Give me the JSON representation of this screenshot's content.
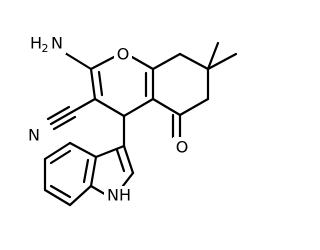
{
  "molecule": {
    "atoms": {
      "amine": {
        "element": "H",
        "subscript": "2",
        "suffix": "N"
      },
      "ring_oxygen": "O",
      "nitrile_nitrogen": "N",
      "ketone_oxygen": "O",
      "indole_nh": "NH"
    }
  },
  "colors": {
    "bond": "#000000",
    "text": "#000000",
    "background": "#ffffff"
  }
}
